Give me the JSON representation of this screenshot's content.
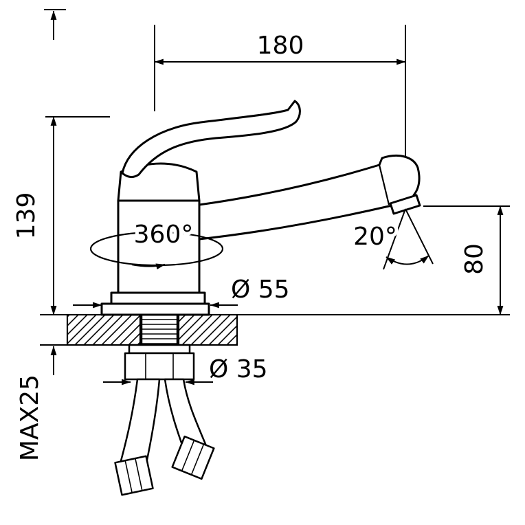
{
  "drawing": {
    "colors": {
      "line": "#000000",
      "background": "#ffffff"
    },
    "labels": {
      "spout_reach": "180",
      "total_height": "139",
      "swivel": "360°",
      "spray_angle": "20°",
      "outlet_height": "80",
      "base_diameter": "Ø 55",
      "mount_diameter": "Ø 35",
      "max_counter_thickness": "MAX25"
    }
  }
}
